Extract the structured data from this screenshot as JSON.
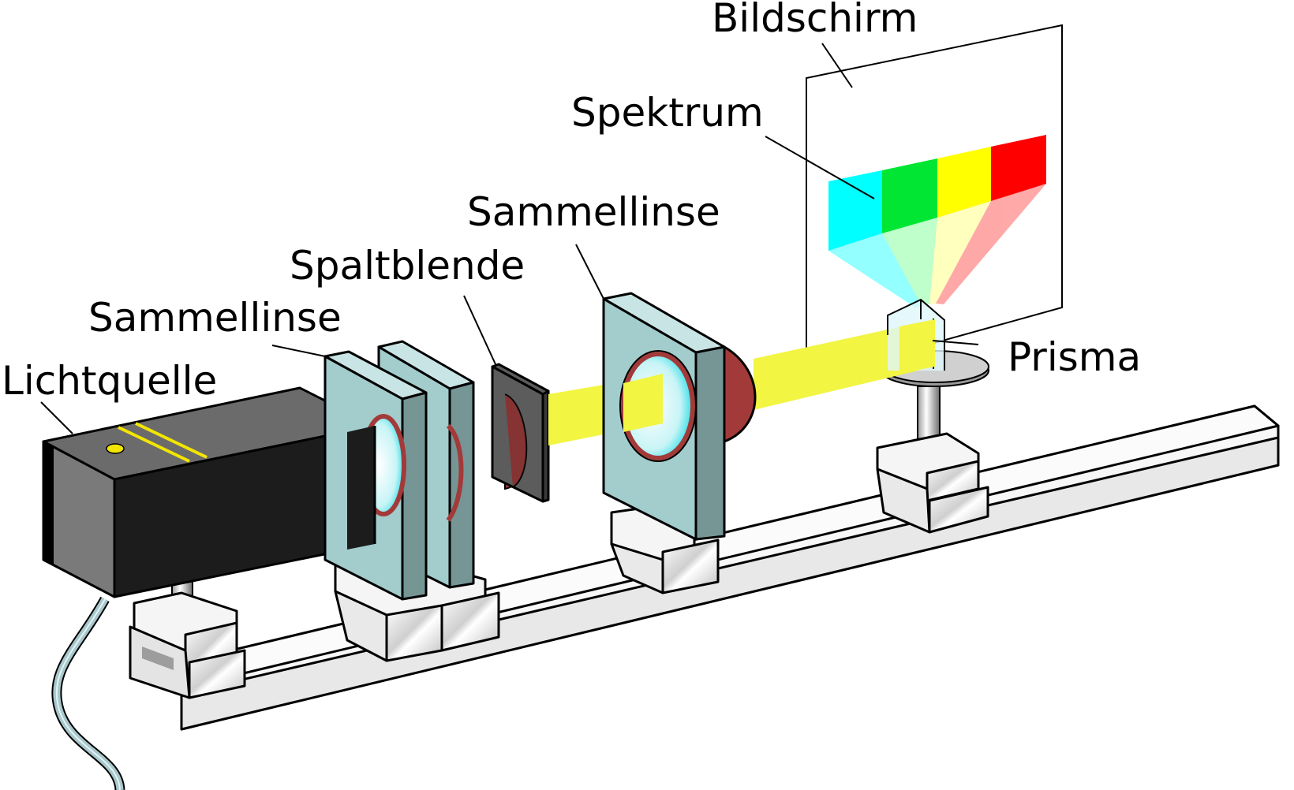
{
  "diagram": {
    "title": "Prismen-Spektralapparat",
    "labels": {
      "screen": "Bildschirm",
      "spectrum": "Spektrum",
      "lens2": "Sammellinse",
      "slit": "Spaltblende",
      "lens1": "Sammellinse",
      "light_source": "Lichtquelle",
      "prism": "Prisma"
    },
    "spectrum_colors": [
      "#00ffff",
      "#00e633",
      "#ffff00",
      "#ff0000"
    ],
    "colors": {
      "beam": "#f2f542",
      "lens_holder": "#a3cccc",
      "lens_holder_side": "#769696",
      "lens_rim": "#a33a3a",
      "lamp_body": "#1c1c1c",
      "lamp_top": "#6b6b6b",
      "rail": "#f0f0f0",
      "cable": "#a8c8cc"
    }
  }
}
